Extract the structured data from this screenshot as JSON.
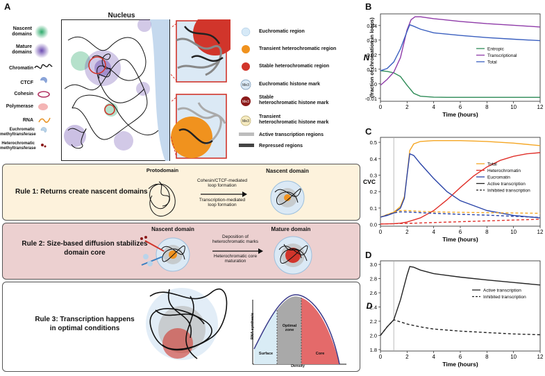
{
  "panels": {
    "A": "A",
    "B": "B",
    "C": "C",
    "D": "D"
  },
  "nucleus_label": "Nucleus",
  "left_legend": [
    {
      "label": "Nascent\ndomains",
      "icon": "nascent-domain-icon"
    },
    {
      "label": "Mature\ndomains",
      "icon": "mature-domain-icon"
    },
    {
      "label": "Chromatin",
      "icon": "chromatin-icon"
    },
    {
      "label": "CTCF",
      "icon": "ctcf-icon"
    },
    {
      "label": "Cohesin",
      "icon": "cohesin-icon"
    },
    {
      "label": "Polymerase",
      "icon": "polymerase-icon"
    },
    {
      "label": "RNA",
      "icon": "rna-icon"
    },
    {
      "label": "Euchromatic\nmethyltransferase",
      "icon": "euchromatic-methyltransferase-icon"
    },
    {
      "label": "Heterochromatic\nmethyltransferase",
      "icon": "heterochromatic-methyltransferase-icon"
    }
  ],
  "right_legend": [
    {
      "label": "Euchromatic region",
      "color": "#d6e9f7"
    },
    {
      "label": "Transient heterochromatic region",
      "color": "#f0921e"
    },
    {
      "label": "Stable heterochromatic region",
      "color": "#d1352b"
    },
    {
      "label": "Euchromatic histone mark",
      "mark": "Me3",
      "color": "#dbe9f5"
    },
    {
      "label": "Stable\nheterochromatic histone mark",
      "mark": "Me3",
      "color": "#8b1a1a"
    },
    {
      "label": "Transient\nheterochromatic histone mark",
      "mark": "Me3",
      "color": "#f5eac0"
    },
    {
      "label": "Active transcription regions",
      "color": "#bdbdbd"
    },
    {
      "label": "Repressed regions",
      "color": "#444444"
    }
  ],
  "mark_text": "Me3",
  "rules": {
    "r1": {
      "title": "Rule 1: Returns create nascent domains",
      "from": "Protodomain",
      "to": "Nascent domain",
      "arrow_top": "Cohesin/CTCF-mediated\nloop formation",
      "arrow_bottom": "Transcription-mediated\nloop formation",
      "bg": "#fdf2dc"
    },
    "r2": {
      "title": "Rule 2: Size-based diffusion stabilizes\ndomain core",
      "from": "Nascent domain",
      "to": "Mature domain",
      "arrow_top": "Deposition of\nheterochromatic marks",
      "arrow_bottom": "Heterochromatic core\nmaturation",
      "bg": "#ecd0d0"
    },
    "r3": {
      "title": "Rule 3: Transcription happens\nin optimal conditions",
      "ylabel": "RNA synthesis",
      "xlabel": "Density",
      "zones": [
        "Surface",
        "Optimal\nzone",
        "Core"
      ],
      "bg": "#ffffff"
    }
  },
  "chart_data": [
    {
      "panel": "B",
      "type": "line",
      "xlabel": "Time (hours)",
      "ylabel": "N",
      "ylabel2": "(fraction of chromation in loops)",
      "xlim": [
        0,
        12
      ],
      "ylim": [
        -0.012,
        0.048
      ],
      "xticks": [
        0,
        2,
        4,
        6,
        8,
        10,
        12
      ],
      "yticks": [
        -0.01,
        0,
        0.01,
        0.02,
        0.03,
        0.04
      ],
      "ytick_labels": [
        "-0.01",
        "0",
        "0.01",
        "0.02",
        "0.03",
        "0.04"
      ],
      "legend": "right",
      "series": [
        {
          "name": "Entropic",
          "color": "#2e8b57",
          "dash": false,
          "x": [
            0,
            0.5,
            1,
            1.5,
            2,
            2.5,
            3,
            4,
            5,
            6,
            8,
            10,
            12
          ],
          "y": [
            0.009,
            0.0085,
            0.0075,
            0.005,
            -0.001,
            -0.0065,
            -0.0085,
            -0.0092,
            -0.0093,
            -0.0093,
            -0.0093,
            -0.0093,
            -0.0093
          ]
        },
        {
          "name": "Transcriptional",
          "color": "#8e3aa8",
          "dash": false,
          "x": [
            0,
            0.5,
            1,
            1.5,
            2,
            2.3,
            2.6,
            3,
            4,
            6,
            8,
            10,
            12
          ],
          "y": [
            -0.001,
            0.003,
            0.008,
            0.018,
            0.037,
            0.044,
            0.046,
            0.046,
            0.0447,
            0.0428,
            0.0413,
            0.0402,
            0.039
          ]
        },
        {
          "name": "Total",
          "color": "#3a5fbf",
          "dash": false,
          "x": [
            0,
            0.5,
            1,
            1.5,
            2,
            2.2,
            2.5,
            3,
            4,
            6,
            8,
            10,
            12
          ],
          "y": [
            0.009,
            0.0105,
            0.015,
            0.024,
            0.036,
            0.0405,
            0.0395,
            0.0375,
            0.035,
            0.0332,
            0.0317,
            0.0306,
            0.0296
          ]
        }
      ]
    },
    {
      "panel": "C",
      "type": "line",
      "xlabel": "Time (hours)",
      "ylabel": "CVC",
      "xlim": [
        0,
        12
      ],
      "ylim": [
        -0.01,
        0.53
      ],
      "xticks": [
        0,
        2,
        4,
        6,
        8,
        10,
        12
      ],
      "yticks": [
        0,
        0.1,
        0.2,
        0.3,
        0.4,
        0.5
      ],
      "ytick_labels": [
        "0.0",
        "0.1",
        "0.2",
        "0.3",
        "0.4",
        "0.5"
      ],
      "vline": 1,
      "legend": "right",
      "series": [
        {
          "name": "Total",
          "color": "#f5a623",
          "dash": false,
          "x": [
            0,
            0.5,
            1,
            1.5,
            1.8,
            2,
            2.2,
            2.5,
            3,
            4,
            6,
            8,
            10,
            12
          ],
          "y": [
            0.045,
            0.06,
            0.075,
            0.11,
            0.17,
            0.3,
            0.45,
            0.49,
            0.505,
            0.51,
            0.51,
            0.505,
            0.495,
            0.48
          ]
        },
        {
          "name": "Heterochromatin",
          "color": "#e0302a",
          "dash": false,
          "x": [
            0,
            1,
            1.5,
            2,
            3,
            4,
            5,
            6,
            7,
            8,
            9,
            10,
            11,
            12
          ],
          "y": [
            0.003,
            0.005,
            0.008,
            0.015,
            0.04,
            0.085,
            0.15,
            0.225,
            0.295,
            0.35,
            0.39,
            0.415,
            0.43,
            0.437
          ]
        },
        {
          "name": "Eucromatin",
          "color": "#2a44a8",
          "dash": false,
          "x": [
            0,
            0.5,
            1,
            1.5,
            1.8,
            2,
            2.2,
            2.5,
            3,
            4,
            5,
            6,
            8,
            10,
            12
          ],
          "y": [
            0.045,
            0.055,
            0.07,
            0.1,
            0.16,
            0.3,
            0.43,
            0.42,
            0.37,
            0.28,
            0.2,
            0.145,
            0.085,
            0.055,
            0.04
          ]
        },
        {
          "name": "Active transcription",
          "color": "#222222",
          "dash": false,
          "legend_only": true,
          "x": [],
          "y": []
        },
        {
          "name": "Inhibited transcription",
          "color": "#222222",
          "dash": true,
          "legend_only": true,
          "x": [],
          "y": []
        },
        {
          "name": "",
          "color": "#f5a623",
          "dash": true,
          "x": [
            0,
            1,
            1.5,
            2,
            3,
            4,
            6,
            8,
            10,
            12
          ],
          "y": [
            0.045,
            0.075,
            0.085,
            0.085,
            0.08,
            0.077,
            0.074,
            0.072,
            0.07,
            0.068
          ]
        },
        {
          "name": "",
          "color": "#e0302a",
          "dash": true,
          "x": [
            0,
            1,
            2,
            4,
            6,
            8,
            10,
            12
          ],
          "y": [
            0.003,
            0.005,
            0.007,
            0.012,
            0.017,
            0.022,
            0.027,
            0.032
          ]
        },
        {
          "name": "",
          "color": "#2a44a8",
          "dash": true,
          "x": [
            0,
            1,
            1.5,
            2,
            3,
            4,
            6,
            8,
            10,
            12
          ],
          "y": [
            0.045,
            0.07,
            0.077,
            0.076,
            0.072,
            0.068,
            0.062,
            0.057,
            0.05,
            0.043
          ]
        }
      ]
    },
    {
      "panel": "D",
      "type": "line",
      "xlabel": "Time (hours)",
      "ylabel": "D",
      "xlim": [
        0,
        12
      ],
      "ylim": [
        1.78,
        3.05
      ],
      "xticks": [
        0,
        2,
        4,
        6,
        8,
        10,
        12
      ],
      "yticks": [
        1.8,
        2.0,
        2.2,
        2.4,
        2.6,
        2.8,
        3.0
      ],
      "ytick_labels": [
        "1.8",
        "2.0",
        "2.2",
        "2.4",
        "2.6",
        "2.8",
        "3.0"
      ],
      "vline": 1,
      "legend": "right",
      "series": [
        {
          "name": "Active transcription",
          "color": "#222222",
          "dash": false,
          "x": [
            0,
            0.5,
            1,
            1.5,
            2,
            2.2,
            2.5,
            3,
            4,
            6,
            8,
            10,
            12
          ],
          "y": [
            2.0,
            2.12,
            2.22,
            2.5,
            2.85,
            2.97,
            2.96,
            2.92,
            2.87,
            2.82,
            2.78,
            2.745,
            2.71
          ]
        },
        {
          "name": "Inhibited transcription",
          "color": "#222222",
          "dash": true,
          "x": [
            0,
            0.5,
            1,
            1.5,
            2,
            3,
            4,
            6,
            8,
            10,
            12
          ],
          "y": [
            2.0,
            2.12,
            2.22,
            2.19,
            2.16,
            2.12,
            2.09,
            2.06,
            2.04,
            2.02,
            2.01
          ]
        }
      ]
    }
  ]
}
